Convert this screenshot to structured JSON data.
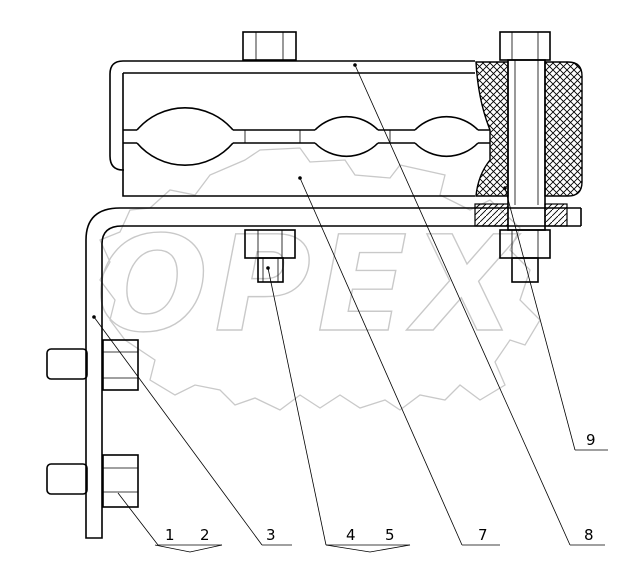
{
  "watermark": {
    "text": "OPEX",
    "color": "#c9c9c9"
  },
  "callouts": [
    {
      "id": "c1",
      "label": "1"
    },
    {
      "id": "c2",
      "label": "2"
    },
    {
      "id": "c3",
      "label": "3"
    },
    {
      "id": "c4",
      "label": "4"
    },
    {
      "id": "c5",
      "label": "5"
    },
    {
      "id": "c7",
      "label": "7"
    },
    {
      "id": "c8",
      "label": "8"
    },
    {
      "id": "c9",
      "label": "9"
    }
  ]
}
